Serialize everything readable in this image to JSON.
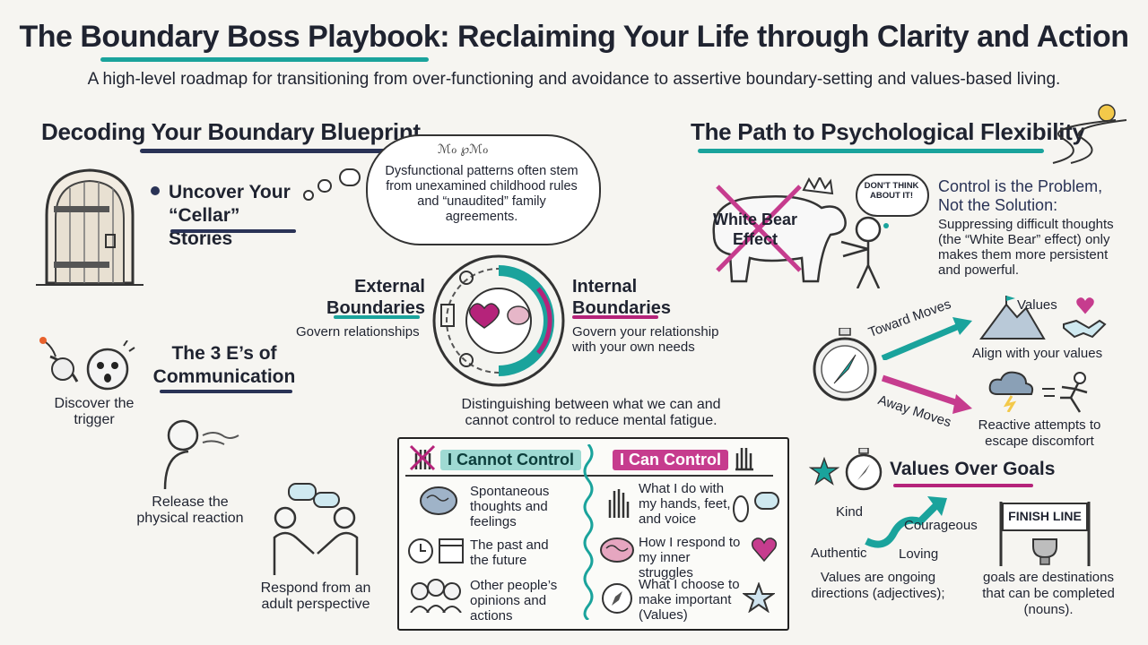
{
  "title": "The Boundary Boss Playbook: Reclaiming Your Life through Clarity and Action",
  "subtitle": "A high-level roadmap for transitioning from over-functioning and avoidance to assertive boundary-setting and values-based living.",
  "left": {
    "heading": "Decoding Your Boundary Blueprint",
    "cellar": "Uncover Your “Cellar” Stories",
    "cloud_scribble": "ℳℴ ℘ℳℴ",
    "thought": "Dysfunctional patterns often stem from unexamined childhood rules and “unaudited” family agreements.",
    "external_title": "External Boundaries",
    "external_desc": "Govern relationships",
    "internal_title": "Internal Boundaries",
    "internal_desc": "Govern your relationship with your own needs",
    "three_e": "The 3 E’s of Communication",
    "trigger": "Discover the trigger",
    "release": "Release the physical reaction",
    "respond": "Respond from an adult perspective"
  },
  "control": {
    "intro": "Distinguishing between what we can and cannot control to reduce mental fatigue.",
    "cannot_title": "I Cannot Control",
    "can_title": "I Can Control",
    "cannot_items": [
      "Spontaneous thoughts and feelings",
      "The past and the future",
      "Other people’s opinions and actions"
    ],
    "can_items": [
      "What I do with my hands, feet, and voice",
      "How I respond to my inner struggles",
      "What I choose to make important (Values)"
    ]
  },
  "right": {
    "heading": "The Path to Psychological Flexibility",
    "white_bear": "White Bear Effect",
    "dont_think": "DON'T THINK ABOUT IT!",
    "control_title": "Control is the Problem, Not the Solution:",
    "control_desc": "Suppressing difficult thoughts (the “White Bear” effect) only makes them more persistent and powerful.",
    "toward": "Toward Moves",
    "away": "Away Moves",
    "values_label": "Values",
    "align": "Align with your values",
    "reactive": "Reactive attempts to escape discomfort",
    "values_over_goals": "Values Over Goals",
    "kind": "Kind",
    "courageous": "Courageous",
    "authentic": "Authentic",
    "loving": "Loving",
    "finish_line": "FINISH LINE",
    "values_desc": "Values are ongoing directions (adjectives);",
    "goals_desc": "goals are destinations that can be completed (nouns)."
  },
  "colors": {
    "teal": "#1aa39c",
    "magenta": "#b5237a",
    "navy": "#2a3356"
  }
}
